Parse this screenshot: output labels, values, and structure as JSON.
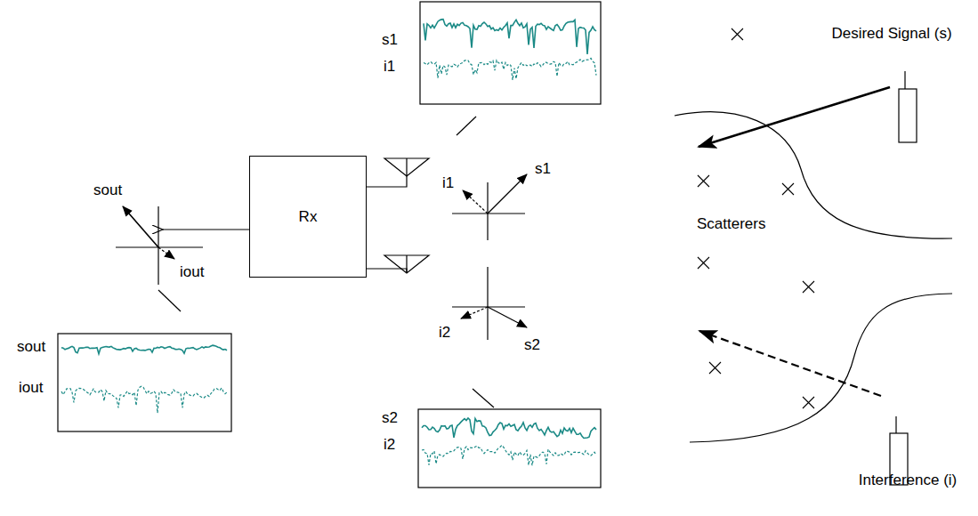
{
  "diagram": {
    "nodes": [
      {
        "text": [
          "Rx"
        ]
      }
    ],
    "labels": [
      "s1",
      "i1",
      "Desired Signal (s)",
      "sout",
      "i1",
      "s1",
      "Scatterers",
      "iout",
      "i2",
      "s2",
      "sout",
      "iout",
      "s2",
      "i2",
      "Interference (i)"
    ]
  }
}
